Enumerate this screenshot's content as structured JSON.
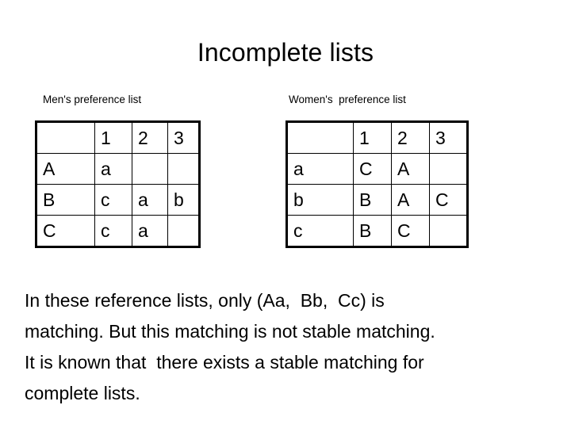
{
  "slide": {
    "title": "Incomplete lists"
  },
  "men_table": {
    "caption": "Men's preference list",
    "columns": [
      "",
      "1",
      "2",
      "3"
    ],
    "rows": [
      {
        "label": "A",
        "cells": [
          "a",
          "",
          ""
        ]
      },
      {
        "label": "B",
        "cells": [
          "c",
          "a",
          "b"
        ]
      },
      {
        "label": "C",
        "cells": [
          "c",
          "a",
          ""
        ]
      }
    ]
  },
  "women_table": {
    "caption": "Women's  preference list",
    "columns": [
      "",
      "1",
      "2",
      "3"
    ],
    "rows": [
      {
        "label": "a",
        "cells": [
          "C",
          "A",
          ""
        ]
      },
      {
        "label": "b",
        "cells": [
          "B",
          "A",
          "C"
        ]
      },
      {
        "label": "c",
        "cells": [
          "B",
          "C",
          ""
        ]
      }
    ]
  },
  "body": {
    "lines": [
      "In these reference lists, only (Aa,  Bb,  Cc) is",
      "matching. But this matching is not stable matching.",
      "It is known that  there exists a stable matching for",
      "complete lists."
    ]
  },
  "colors": {
    "background": "#ffffff",
    "text": "#000000",
    "table_border": "#000000"
  }
}
